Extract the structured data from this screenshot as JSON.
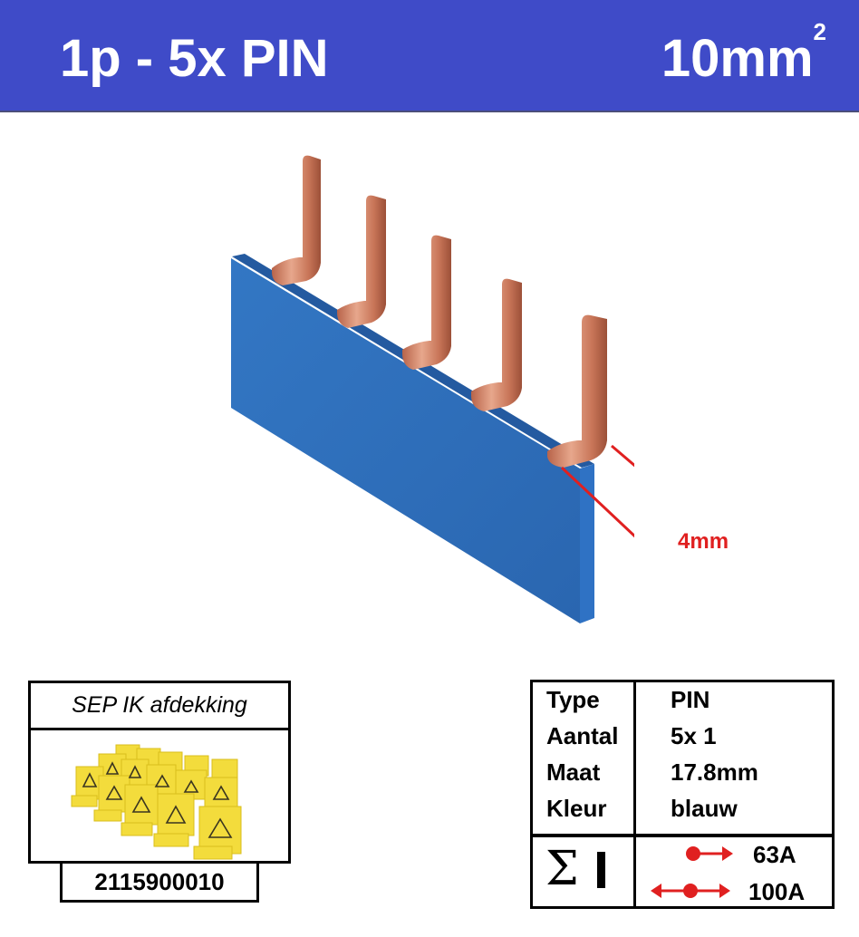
{
  "header": {
    "title": "1p - 5x PIN",
    "size_value": "10mm",
    "size_superscript": "2",
    "background_color": "#3f4bc8"
  },
  "product_image": {
    "description": "blue busbar with 5 copper pin terminals",
    "body_color": "#2f6fc0",
    "pin_color": "#c8785a",
    "pin_count": 5,
    "dimension_label": "4mm",
    "dimension_color": "#e02020"
  },
  "accessory": {
    "title": "SEP IK afdekking",
    "image_description": "yellow terminal covers with electrical hazard symbol",
    "article_number": "2115900010"
  },
  "spec_table": {
    "rows": [
      {
        "label": "Type",
        "value": "PIN"
      },
      {
        "label": "Aantal",
        "value": "5x 1"
      },
      {
        "label": "Maat",
        "value": "17.8mm"
      },
      {
        "label": "Kleur",
        "value": "blauw"
      }
    ],
    "current_symbol": "Σ",
    "currents": [
      {
        "feed": "end",
        "value": "63A"
      },
      {
        "feed": "center",
        "value": "100A"
      }
    ],
    "arrow_color": "#e02020"
  }
}
